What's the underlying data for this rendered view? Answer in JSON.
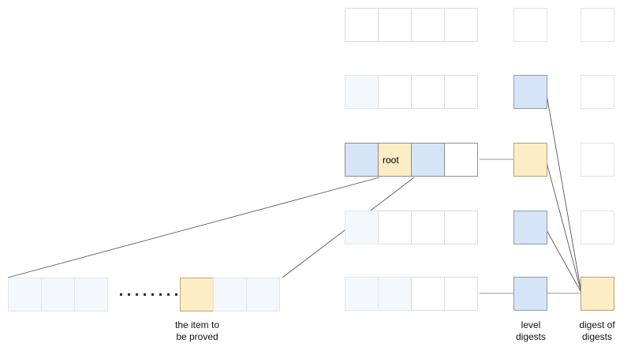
{
  "diagram": {
    "title": "merkle-level-digest-proof-diagram",
    "colors": {
      "highlight_blue": "#d6e4f7",
      "pale_blue": "#f4f8fd",
      "highlight_yellow": "#fdedc4",
      "border_gray": "#d8d8d8",
      "line_gray": "#565656"
    },
    "cell_labels": {
      "root": "root"
    },
    "captions": {
      "item_to_be_proved": "the item to\nbe proved",
      "level_digests": "level\ndigests",
      "digest_of_digests": "digest of\ndigests"
    },
    "ellipsis_dot_count": 8,
    "levels": [
      {
        "name": "level-1",
        "cells": [
          "white",
          "white",
          "white",
          "white"
        ],
        "level_digest": "faint",
        "digest_of_digests": "faint"
      },
      {
        "name": "level-2",
        "cells": [
          "pale",
          "white",
          "white",
          "white"
        ],
        "level_digest": "blue",
        "digest_of_digests": "faint"
      },
      {
        "name": "level-3-root",
        "cells": [
          "blue",
          "yellow",
          "blue",
          "white"
        ],
        "root_cell_index": 1,
        "level_digest": "yellow",
        "digest_of_digests": "faint"
      },
      {
        "name": "level-4",
        "cells": [
          "pale",
          "white",
          "white",
          "white"
        ],
        "level_digest": "blue",
        "digest_of_digests": "faint"
      },
      {
        "name": "level-5",
        "cells": [
          "pale",
          "pale",
          "white",
          "white"
        ],
        "level_digest": "blue",
        "digest_of_digests": "yellow"
      }
    ],
    "expanded_row": {
      "name": "expanded-leaf-row",
      "left_cells": [
        "pale",
        "pale",
        "pale"
      ],
      "proved_cell": "yellow",
      "right_cells": [
        "pale",
        "pale"
      ]
    }
  }
}
